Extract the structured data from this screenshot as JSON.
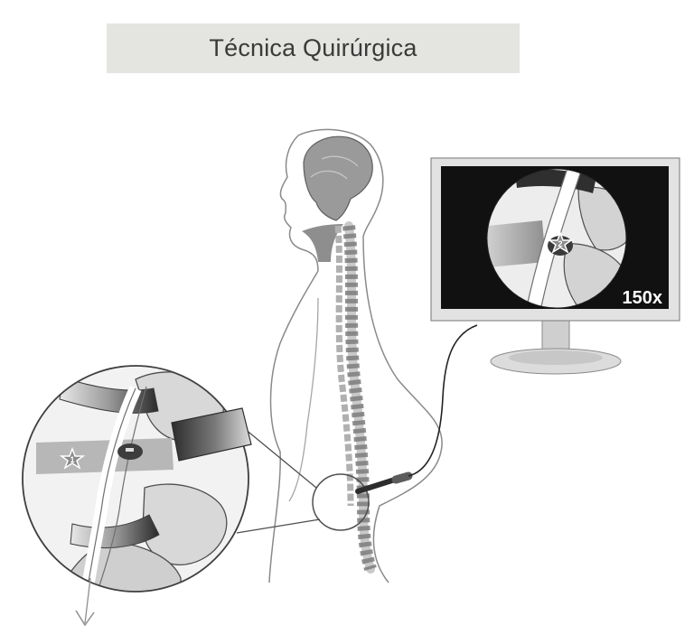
{
  "header": {
    "title": "Técnica Quirúrgica"
  },
  "monitor": {
    "magnification": "150x"
  },
  "markers": {
    "star_one": "1",
    "star_two": "2"
  },
  "colors": {
    "line": "#555555",
    "shade_dark": "#6e6e6e",
    "shade_mid": "#a9a9a9",
    "shade_light": "#d9d9d9",
    "screen": "#111111"
  }
}
